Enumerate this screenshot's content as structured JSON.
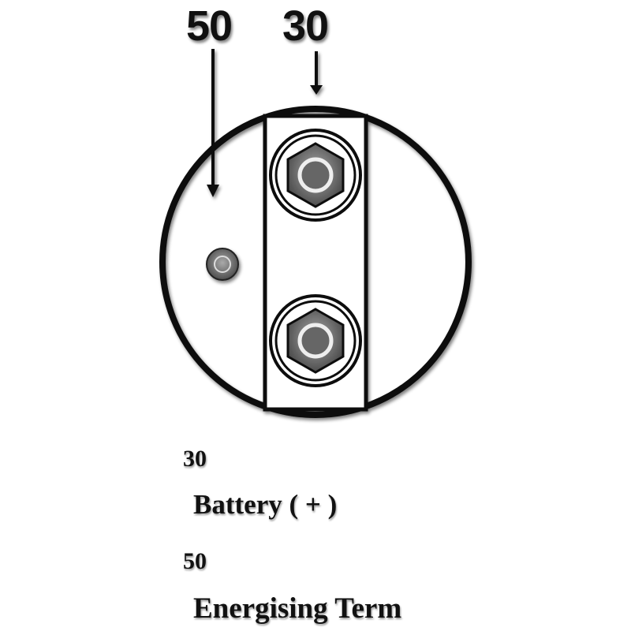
{
  "terminals": {
    "top_50": "50",
    "top_30": "30"
  },
  "legend": [
    {
      "code": "30",
      "description": "Battery ( + )"
    },
    {
      "code": "50",
      "description": "Energising Term"
    }
  ]
}
